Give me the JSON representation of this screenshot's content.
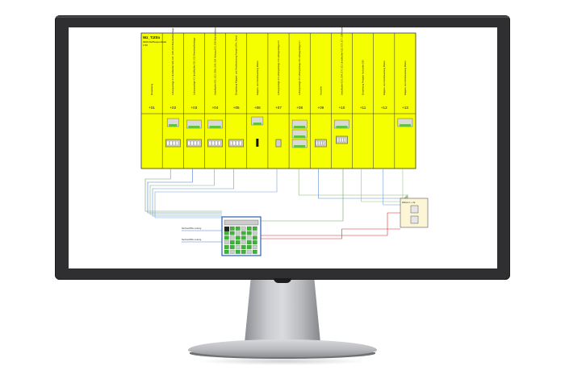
{
  "colors": {
    "diagram_fill": "#f6ff00",
    "diagram_stroke": "#333333",
    "bezel": "#2f2f31"
  },
  "diagram": {
    "title": "Wz_Tzttto",
    "subtitle": "0000-Stöffwupuntktatt",
    "scale": "1:50",
    "columns": [
      {
        "id": "+01",
        "label": "Einspeisung"
      },
      {
        "id": "+02",
        "label": "Luftungsanlage 4.1 Umluftkuhler E06, E07, E08, E51 Brandmeldeanlage"
      },
      {
        "id": "+03",
        "label": "Luftungsanlage 4.2 Umluftkuhler E10, E12 Brandmeldeanlage"
      },
      {
        "id": "+04",
        "label": "Umluftkuhler E11, E15, E38c, E09, E20 Heizung E01, E05 Brandmeldeanlage"
      },
      {
        "id": "+05",
        "label": "Einspeisung Klappen- und Ventilsteuerung Pumpe USPs, Steuer"
      },
      {
        "id": "+06",
        "label": "Klappen- und Ventilsteuerung Pfeilen"
      },
      {
        "id": "+07",
        "label": "Luftungsanlage 4.3 Luftungsanlage 4.4 Luftungsanlage 4.5"
      },
      {
        "id": "+08",
        "label": "Luftungsanlage 4.5 Luftungsanlage 4.6 Luftungsanlage 4.7"
      },
      {
        "id": "+09",
        "label": "Hostuhler"
      },
      {
        "id": "+10",
        "label": "Umluftkuhler E01, E04, E70, E13 Umluftkuhler E13, E75, E77, E89 Kältekreislauf E69"
      },
      {
        "id": "+11",
        "label": "Einspeisung Freigabe Nachtuhler E20"
      },
      {
        "id": "+12",
        "label": "Klappen- und Ventilsteuerung Pfeilen"
      },
      {
        "id": "+13",
        "label": "Klappen- und Ventilsteuerung Pfeilen"
      }
    ],
    "remote_box_label": "Wärme 1 + 2a",
    "wire_labels": [
      "Netzwerk/Bus Leitung",
      "Netzwerk/Bus Leitung"
    ]
  }
}
